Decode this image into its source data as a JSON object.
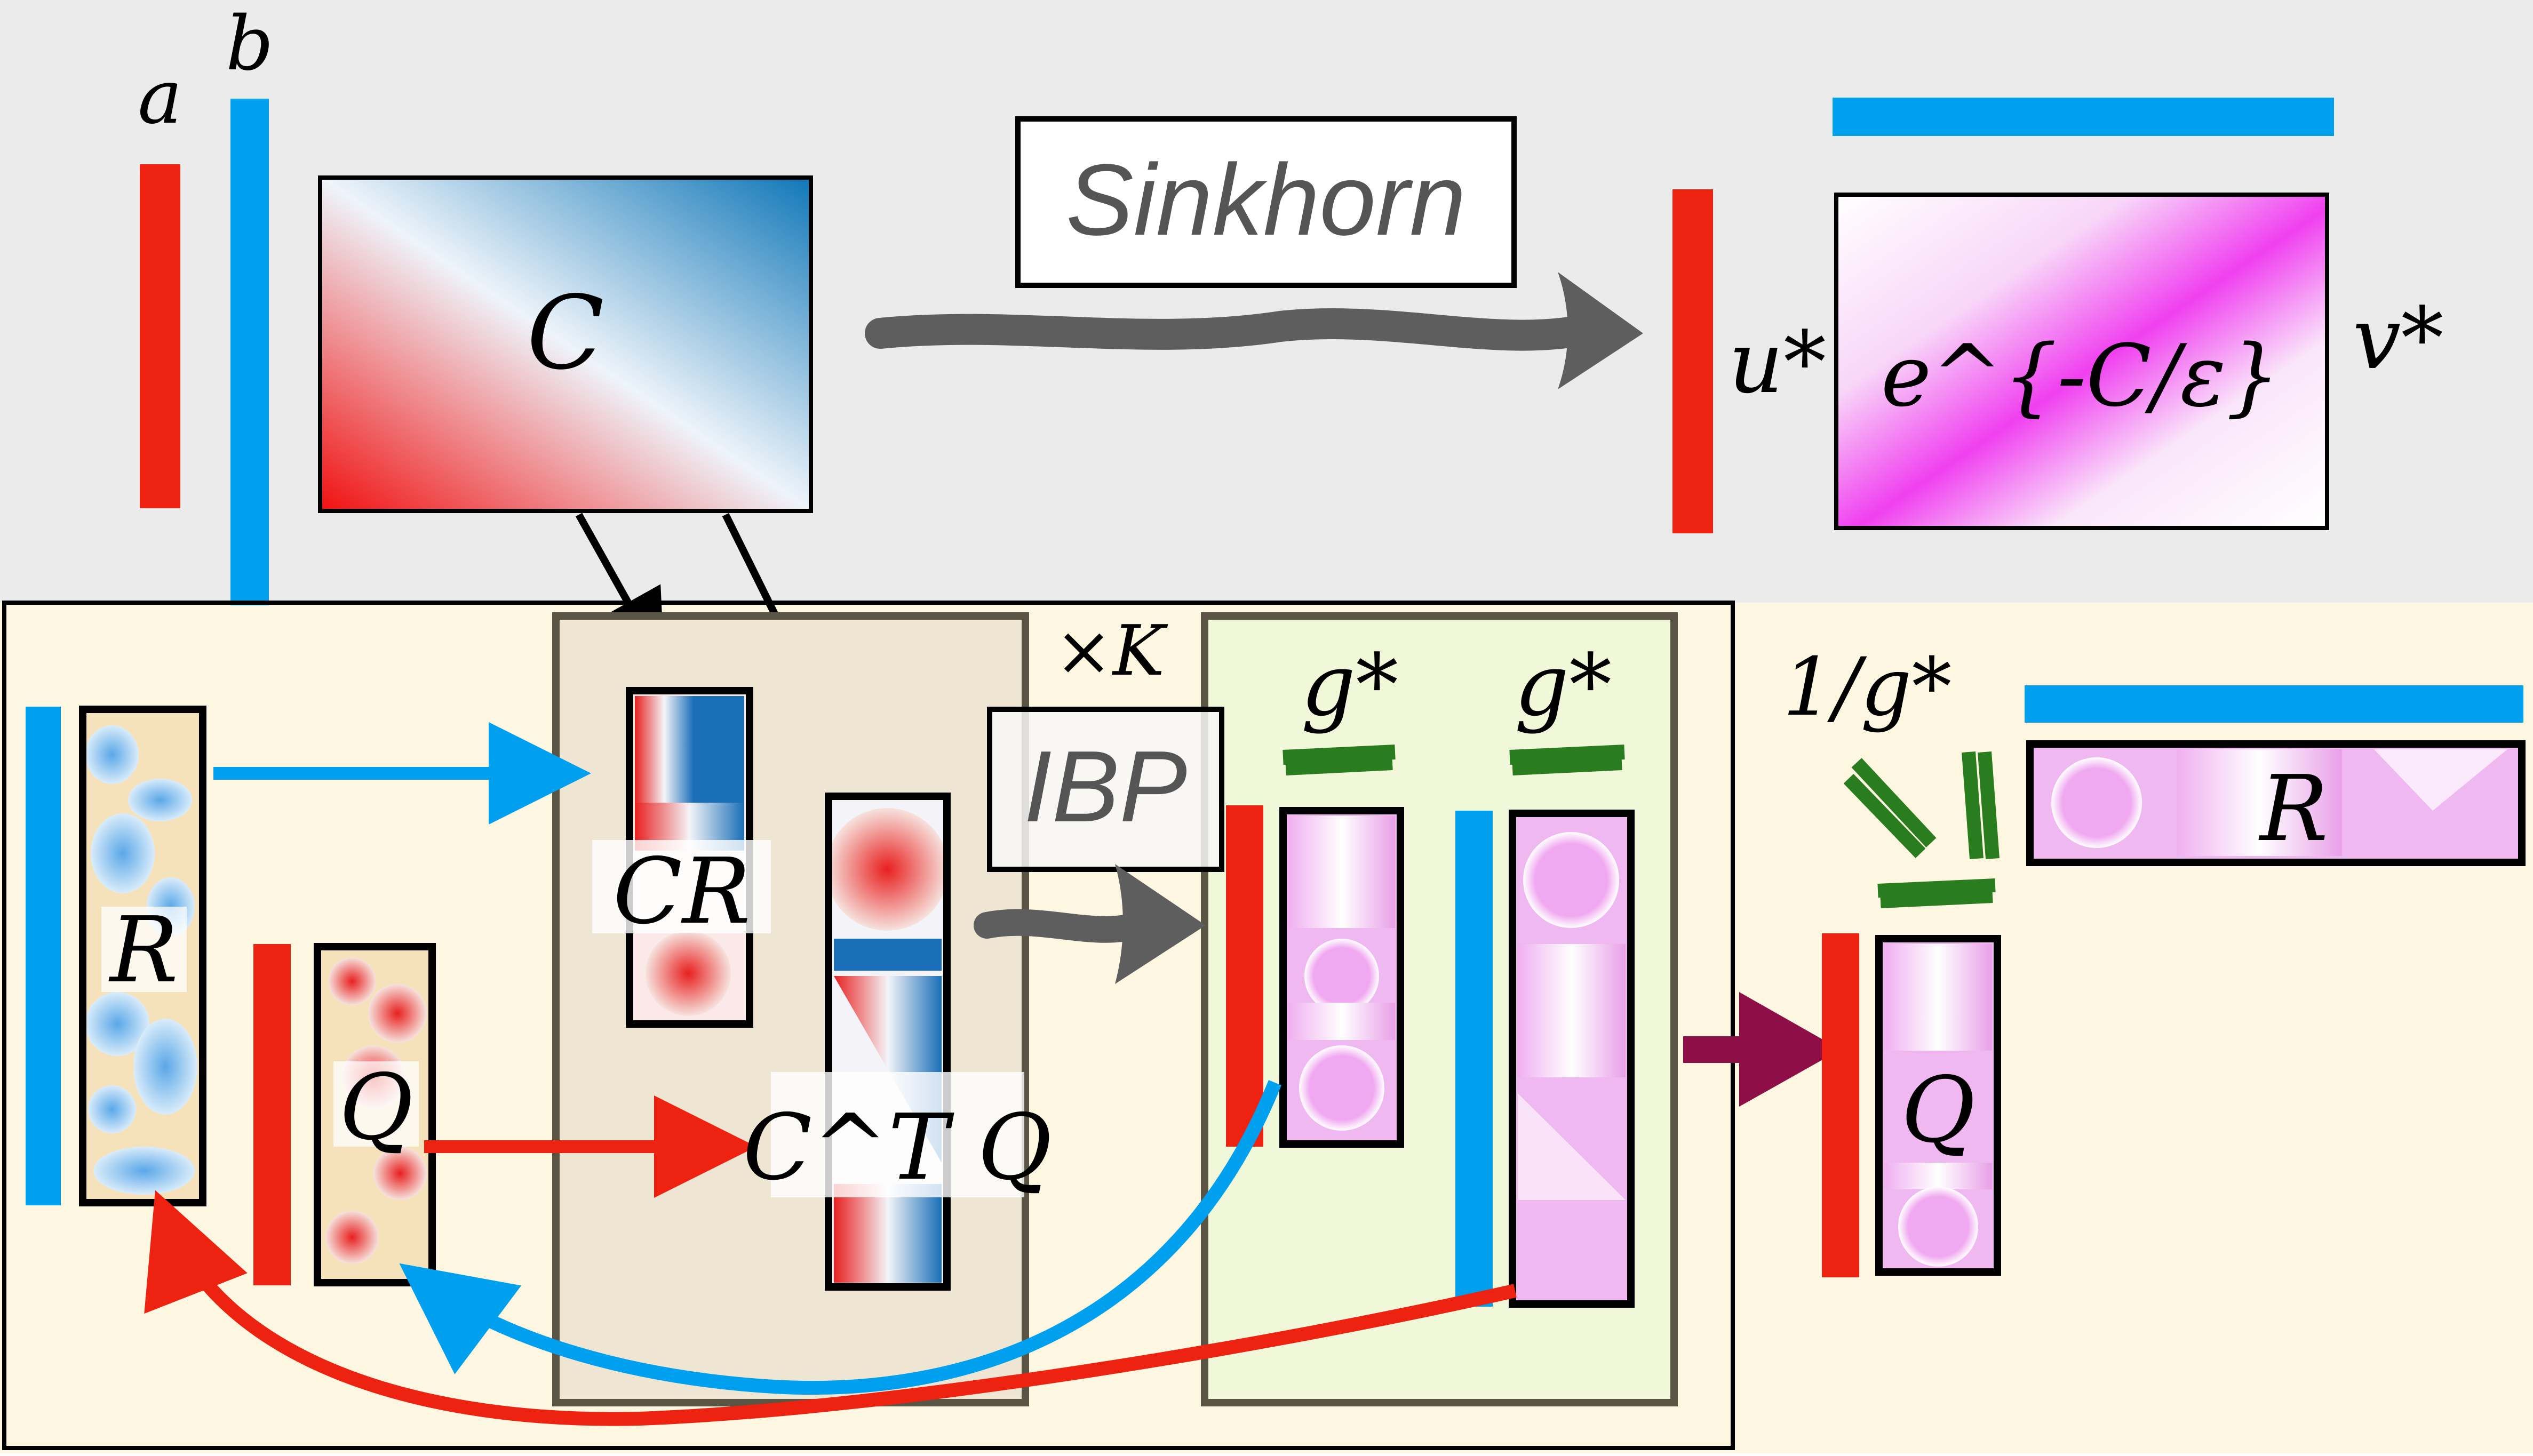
{
  "top": {
    "label_a": "a",
    "label_b": "b",
    "cost_label": "C",
    "sinkhorn_label": "Sinkhorn",
    "u_label": "u*",
    "v_label": "v*",
    "kernel_label": "e^{-C/ε}"
  },
  "bottom": {
    "R_label": "R",
    "Q_label": "Q",
    "CR_label": "CR",
    "CTQ_label": "C^T Q",
    "repeat_label": "×K",
    "ibp_label": "IBP",
    "g_star_label_1": "g*",
    "g_star_label_2": "g*",
    "inv_g_label": "1/g*",
    "R_out_label": "R",
    "Q_out_label": "Q"
  },
  "colors": {
    "red": "#ee2211",
    "blue": "#00a0ee",
    "gray_band": "#ebebeb",
    "cream_band": "#fdf7e1",
    "box_dark": "#585858",
    "green_mark": "#2a7d1e",
    "purple_arrow": "#8e0f48",
    "magenta": "#f040f0"
  }
}
